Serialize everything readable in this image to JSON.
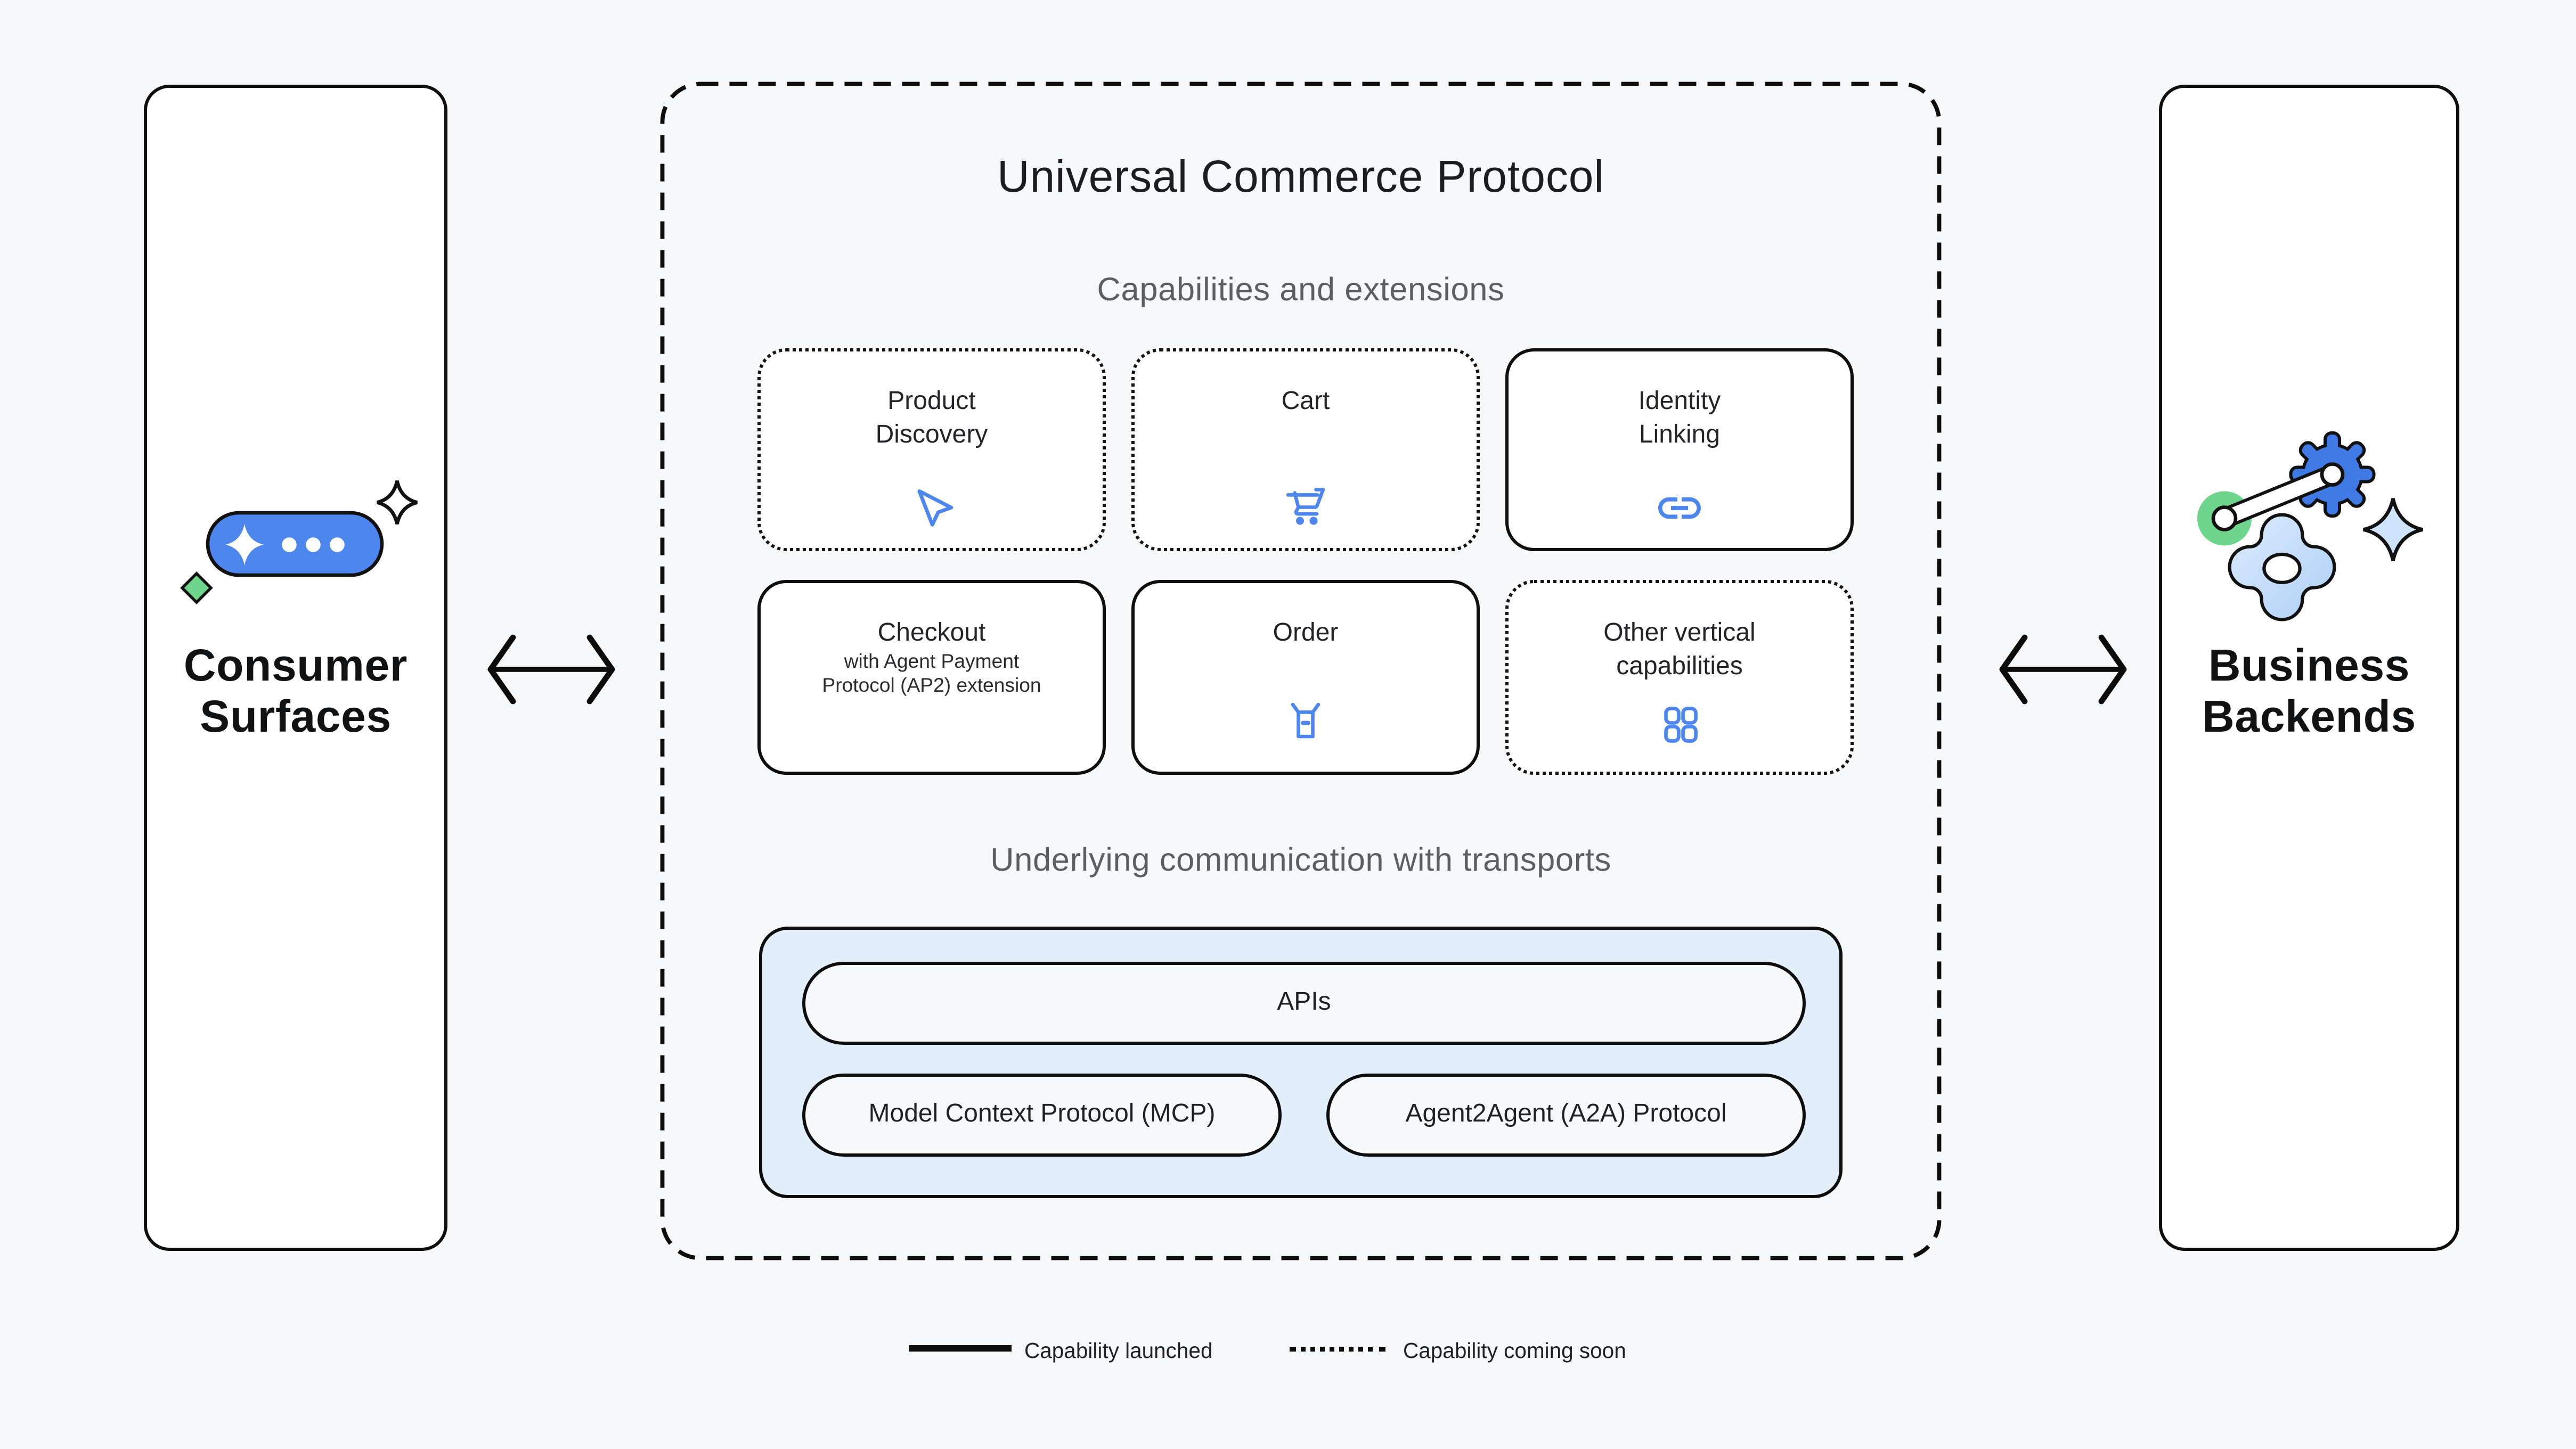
{
  "page": {
    "background": "#f7f8fa"
  },
  "colors": {
    "accent_blue": "#4d86ec",
    "gear_blue": "#3f7ae5",
    "light_blue_fill": "#e2eefa",
    "light_blue_shape": "#cfe4fa",
    "green": "#6dd58c",
    "outline": "#0e0e0e",
    "gray_text": "#5b5e63"
  },
  "left_panel": {
    "label_line1": "Consumer",
    "label_line2": "Surfaces"
  },
  "right_panel": {
    "label_line1": "Business",
    "label_line2": "Backends"
  },
  "protocol_box": {
    "title": "Universal Commerce Protocol",
    "capabilities_heading": "Capabilities and extensions",
    "transports_heading": "Underlying communication with transports",
    "cards": [
      {
        "line1": "Product",
        "line2": "Discovery",
        "status": "coming-soon",
        "icon": "send-icon"
      },
      {
        "line1": "Cart",
        "status": "coming-soon",
        "icon": "cart-icon"
      },
      {
        "line1": "Identity",
        "line2": "Linking",
        "status": "launched",
        "icon": "link-icon"
      },
      {
        "line1": "Checkout",
        "sub1": "with Agent Payment",
        "sub2": "Protocol (AP2) extension",
        "status": "launched"
      },
      {
        "line1": "Order",
        "status": "launched",
        "icon": "order-icon"
      },
      {
        "line1": "Other vertical",
        "line2": "capabilities",
        "status": "coming-soon",
        "icon": "grid-icon"
      }
    ],
    "transports": {
      "apis": "APIs",
      "mcp": "Model Context Protocol (MCP)",
      "a2a": "Agent2Agent (A2A) Protocol"
    }
  },
  "legend": {
    "launched": "Capability launched",
    "coming_soon": "Capability coming soon"
  }
}
